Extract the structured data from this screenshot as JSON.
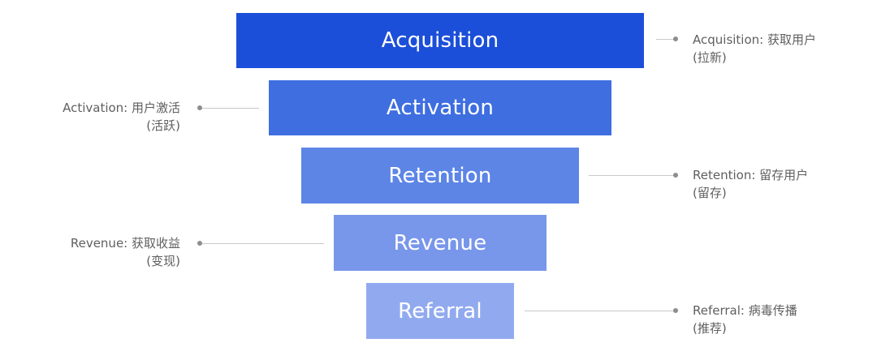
{
  "funnel": {
    "stages": [
      {
        "label": "Acquisition",
        "color": "#1c4fd9",
        "note_line1": "Acquisition:  获取用户",
        "note_line2": "(拉新)",
        "side": "right"
      },
      {
        "label": "Activation",
        "color": "#3e6ee0",
        "note_line1": "Activation:  用户激活",
        "note_line2": "(活跃)",
        "side": "left"
      },
      {
        "label": "Retention",
        "color": "#5d85e6",
        "note_line1": "Retention:  留存用户",
        "note_line2": "(留存)",
        "side": "right"
      },
      {
        "label": "Revenue",
        "color": "#7896ea",
        "note_line1": "Revenue:  获取收益",
        "note_line2": "(变现)",
        "side": "left"
      },
      {
        "label": "Referral",
        "color": "#91aaef",
        "note_line1": "Referral:  病毒传播",
        "note_line2": "(推荐)",
        "side": "right"
      }
    ]
  }
}
